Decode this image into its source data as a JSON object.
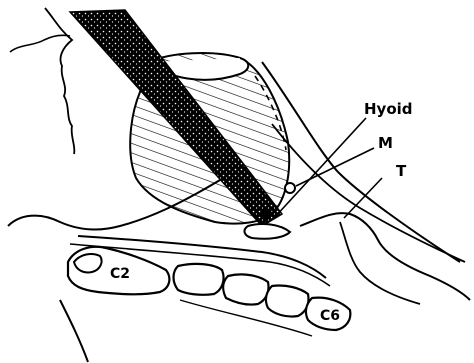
{
  "labels": {
    "hyoid": "Hyoid",
    "m": "M",
    "t": "T",
    "c2": "C2",
    "c6": "C6"
  },
  "colors": {
    "ink": "#000000",
    "paper": "#ffffff"
  }
}
